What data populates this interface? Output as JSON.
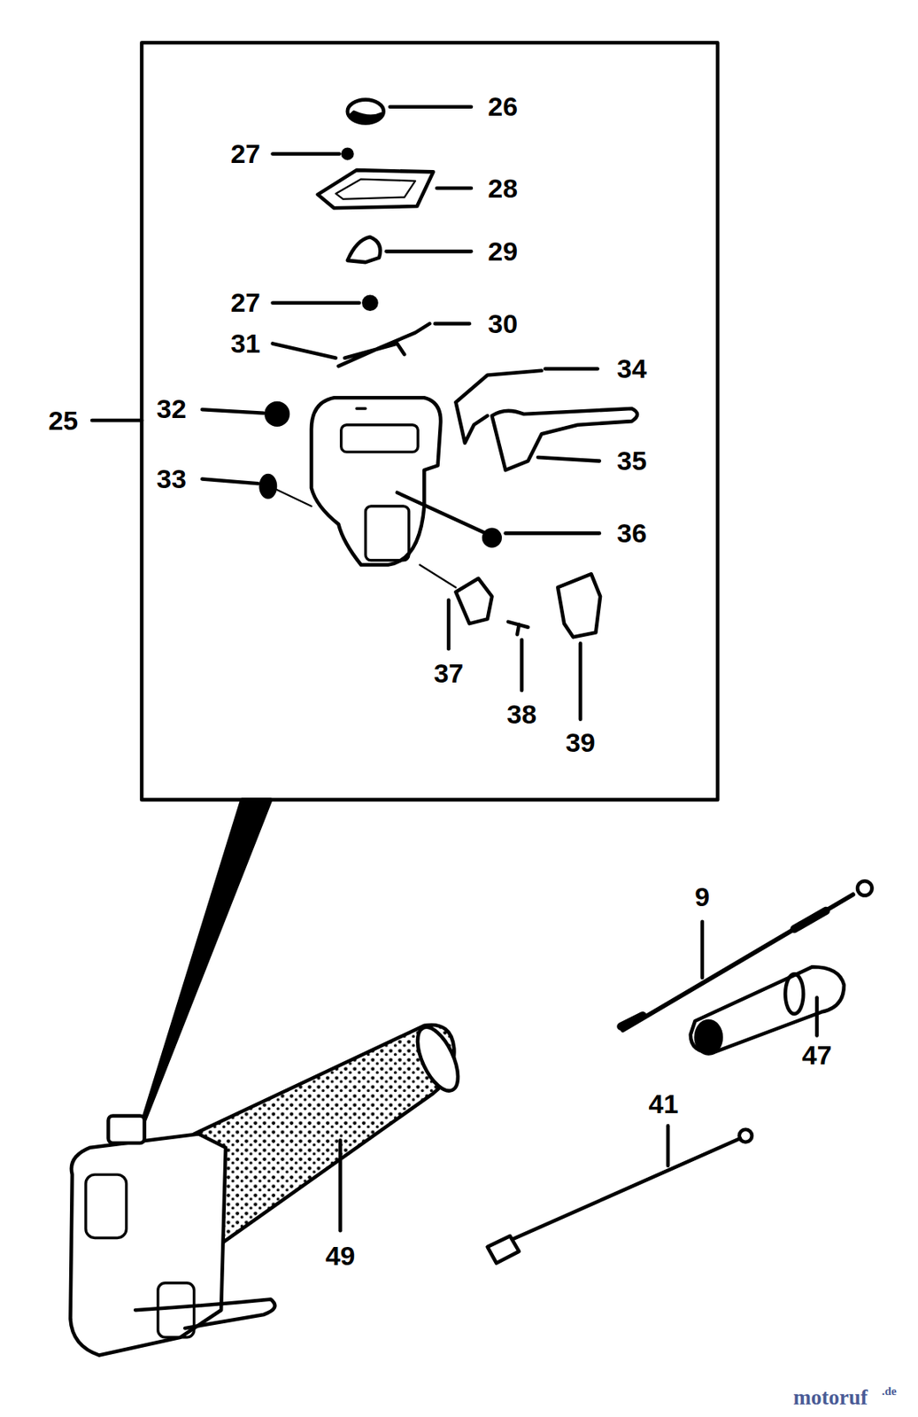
{
  "diagram": {
    "labels": [
      "26",
      "27",
      "28",
      "29",
      "27",
      "30",
      "31",
      "34",
      "25",
      "32",
      "35",
      "33",
      "36",
      "37",
      "38",
      "39",
      "9",
      "47",
      "41",
      "49",
      "motoruf",
      ".de"
    ]
  }
}
